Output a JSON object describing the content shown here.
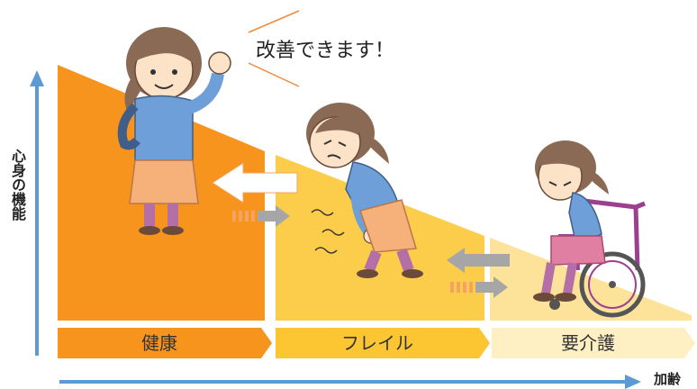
{
  "axes": {
    "y_label": "心身の機能",
    "x_label": "加齢"
  },
  "callout": "改善できます！",
  "stages": [
    {
      "label": "健康",
      "fill": "#F7941D",
      "band": "#F7941D"
    },
    {
      "label": "フレイル",
      "fill": "#FBC632",
      "band": "#FBC632"
    },
    {
      "label": "要介護",
      "fill": "#FDE39A",
      "band": "#FEF0C3"
    }
  ],
  "colors": {
    "axis_arrow": "#5B9BD5",
    "improve_arrow": "#ffffff",
    "worsen_arrow": "#A6A6A6",
    "dashed_arrow_head": "#F4A460"
  },
  "figures": [
    {
      "icon": "healthy-woman-waving-icon"
    },
    {
      "icon": "frail-woman-bent-knees-icon"
    },
    {
      "icon": "woman-in-wheelchair-icon"
    }
  ]
}
